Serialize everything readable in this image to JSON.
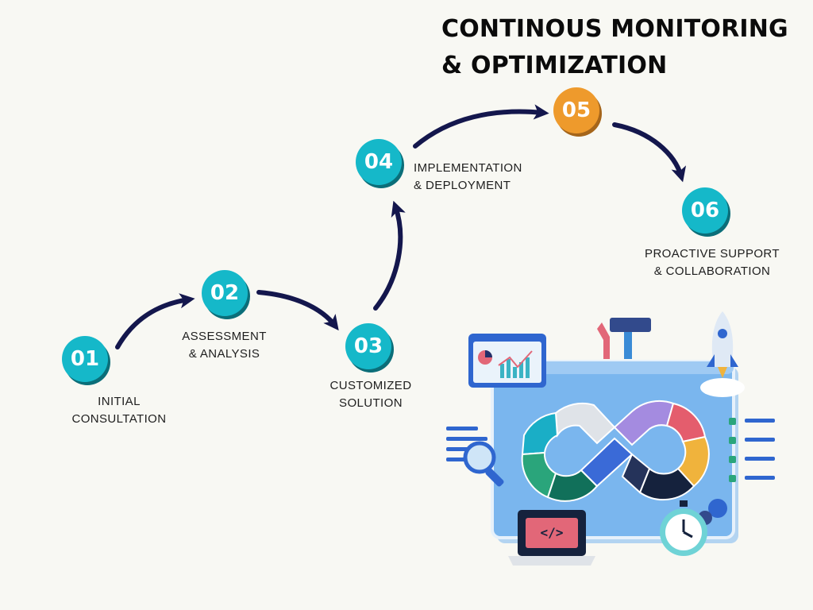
{
  "heading": {
    "line1": "CONTINOUS MONITORING",
    "line2": "& OPTIMIZATION"
  },
  "steps": [
    {
      "number": "01",
      "line1": "INITIAL",
      "line2": "CONSULTATION"
    },
    {
      "number": "02",
      "line1": "ASSESSMENT",
      "line2": "& ANALYSIS"
    },
    {
      "number": "03",
      "line1": "CUSTOMIZED",
      "line2": "SOLUTION"
    },
    {
      "number": "04",
      "line1": "IMPLEMENTATION",
      "line2": "& DEPLOYMENT"
    },
    {
      "number": "05"
    },
    {
      "number": "06",
      "line1": "PROACTIVE SUPPORT",
      "line2": "& COLLABORATION"
    }
  ],
  "colors": {
    "badge": "#15b8c9",
    "badge_accent": "#ee9a2c",
    "arrow": "#14174d",
    "background": "#f8f8f3"
  },
  "illustration": {
    "code_glyph": "</>"
  }
}
